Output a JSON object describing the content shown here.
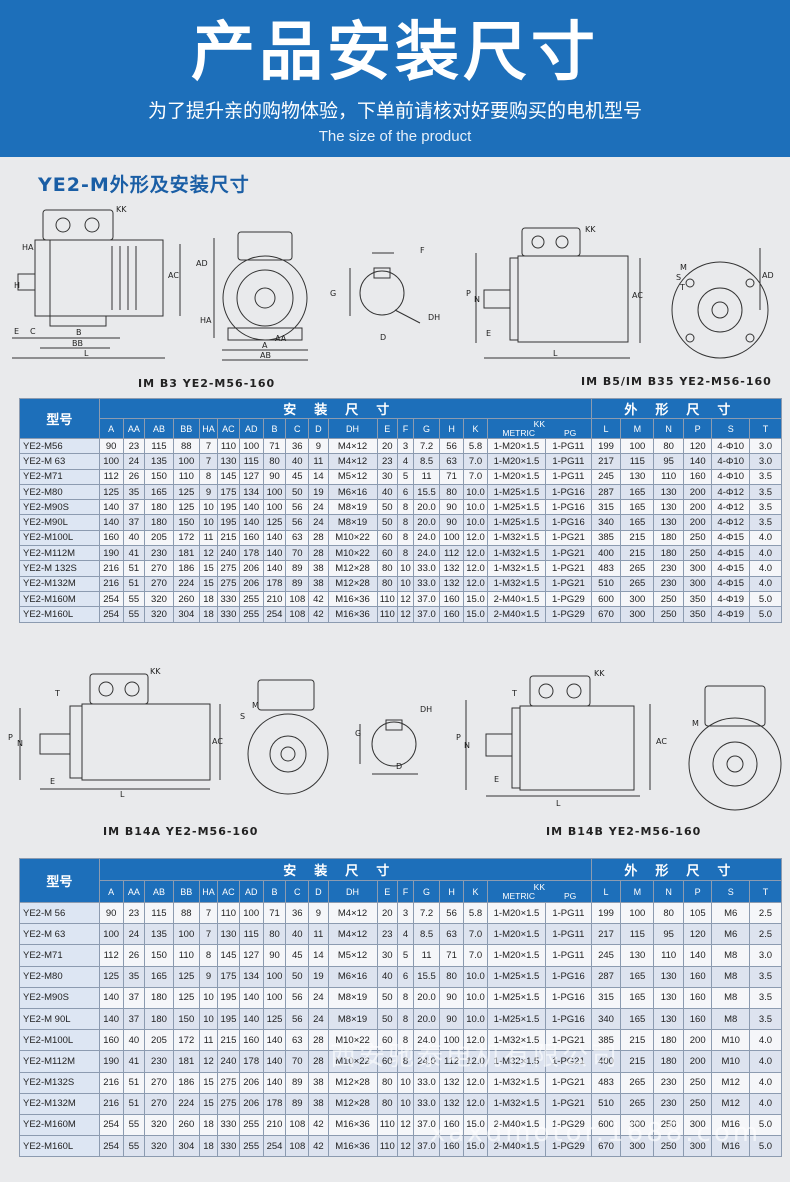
{
  "banner": {
    "title": "产品安装尺寸",
    "subtitle": "为了提升亲的购物体验，下单前请核对好要购买的电机型号",
    "english": "The size of the product"
  },
  "section_title": "YE2-M外形及安装尺寸",
  "captions": {
    "b3": "IM B3 YE2-M56-160",
    "b5": "IM B5/IM B35 YE2-M56-160",
    "b14a": "IM B14A  YE2-M56-160",
    "b14b": "IM B14B YE2-M56-160"
  },
  "drawing_labels": {
    "kk": "KK",
    "ad": "AD",
    "ac": "AC",
    "ha": "HA",
    "h": "H",
    "e": "E",
    "c": "C",
    "b": "B",
    "bb": "BB",
    "a": "A",
    "aa": "AA",
    "ab": "AB",
    "l": "L",
    "f": "F",
    "g": "G",
    "dh": "DH",
    "d": "D",
    "p": "P",
    "n": "N",
    "m": "M",
    "s": "S",
    "t": "T"
  },
  "table1": {
    "model_header": "型号",
    "install_header": "安装尺寸",
    "outline_header": "外形尺寸",
    "kk_header": "KK",
    "metric_header": "METRIC",
    "pg_header": "PG",
    "install_cols": [
      "A",
      "AA",
      "AB",
      "BB",
      "HA",
      "AC",
      "AD",
      "B",
      "C",
      "D",
      "DH",
      "E",
      "F",
      "G",
      "H",
      "K"
    ],
    "outline_cols": [
      "L",
      "M",
      "N",
      "P",
      "S",
      "T"
    ],
    "rows": [
      [
        "YE2-M56",
        "90",
        "23",
        "115",
        "88",
        "7",
        "110",
        "100",
        "71",
        "36",
        "9",
        "M4×12",
        "20",
        "3",
        "7.2",
        "56",
        "5.8",
        "1-M20×1.5",
        "1-PG11",
        "199",
        "100",
        "80",
        "120",
        "4-Φ10",
        "3.0"
      ],
      [
        "YE2-M 63",
        "100",
        "24",
        "135",
        "100",
        "7",
        "130",
        "115",
        "80",
        "40",
        "11",
        "M4×12",
        "23",
        "4",
        "8.5",
        "63",
        "7.0",
        "1-M20×1.5",
        "1-PG11",
        "217",
        "115",
        "95",
        "140",
        "4-Φ10",
        "3.0"
      ],
      [
        "YE2-M71",
        "112",
        "26",
        "150",
        "110",
        "8",
        "145",
        "127",
        "90",
        "45",
        "14",
        "M5×12",
        "30",
        "5",
        "11",
        "71",
        "7.0",
        "1-M20×1.5",
        "1-PG11",
        "245",
        "130",
        "110",
        "160",
        "4-Φ10",
        "3.5"
      ],
      [
        "YE2-M80",
        "125",
        "35",
        "165",
        "125",
        "9",
        "175",
        "134",
        "100",
        "50",
        "19",
        "M6×16",
        "40",
        "6",
        "15.5",
        "80",
        "10.0",
        "1-M25×1.5",
        "1-PG16",
        "287",
        "165",
        "130",
        "200",
        "4-Φ12",
        "3.5"
      ],
      [
        "YE2-M90S",
        "140",
        "37",
        "180",
        "125",
        "10",
        "195",
        "140",
        "100",
        "56",
        "24",
        "M8×19",
        "50",
        "8",
        "20.0",
        "90",
        "10.0",
        "1-M25×1.5",
        "1-PG16",
        "315",
        "165",
        "130",
        "200",
        "4-Φ12",
        "3.5"
      ],
      [
        "YE2-M90L",
        "140",
        "37",
        "180",
        "150",
        "10",
        "195",
        "140",
        "125",
        "56",
        "24",
        "M8×19",
        "50",
        "8",
        "20.0",
        "90",
        "10.0",
        "1-M25×1.5",
        "1-PG16",
        "340",
        "165",
        "130",
        "200",
        "4-Φ12",
        "3.5"
      ],
      [
        "YE2-M100L",
        "160",
        "40",
        "205",
        "172",
        "11",
        "215",
        "160",
        "140",
        "63",
        "28",
        "M10×22",
        "60",
        "8",
        "24.0",
        "100",
        "12.0",
        "1-M32×1.5",
        "1-PG21",
        "385",
        "215",
        "180",
        "250",
        "4-Φ15",
        "4.0"
      ],
      [
        "YE2-M112M",
        "190",
        "41",
        "230",
        "181",
        "12",
        "240",
        "178",
        "140",
        "70",
        "28",
        "M10×22",
        "60",
        "8",
        "24.0",
        "112",
        "12.0",
        "1-M32×1.5",
        "1-PG21",
        "400",
        "215",
        "180",
        "250",
        "4-Φ15",
        "4.0"
      ],
      [
        "YE2-M 132S",
        "216",
        "51",
        "270",
        "186",
        "15",
        "275",
        "206",
        "140",
        "89",
        "38",
        "M12×28",
        "80",
        "10",
        "33.0",
        "132",
        "12.0",
        "1-M32×1.5",
        "1-PG21",
        "483",
        "265",
        "230",
        "300",
        "4-Φ15",
        "4.0"
      ],
      [
        "YE2-M132M",
        "216",
        "51",
        "270",
        "224",
        "15",
        "275",
        "206",
        "178",
        "89",
        "38",
        "M12×28",
        "80",
        "10",
        "33.0",
        "132",
        "12.0",
        "1-M32×1.5",
        "1-PG21",
        "510",
        "265",
        "230",
        "300",
        "4-Φ15",
        "4.0"
      ],
      [
        "YE2-M160M",
        "254",
        "55",
        "320",
        "260",
        "18",
        "330",
        "255",
        "210",
        "108",
        "42",
        "M16×36",
        "110",
        "12",
        "37.0",
        "160",
        "15.0",
        "2-M40×1.5",
        "1-PG29",
        "600",
        "300",
        "250",
        "350",
        "4-Φ19",
        "5.0"
      ],
      [
        "YE2-M160L",
        "254",
        "55",
        "320",
        "304",
        "18",
        "330",
        "255",
        "254",
        "108",
        "42",
        "M16×36",
        "110",
        "12",
        "37.0",
        "160",
        "15.0",
        "2-M40×1.5",
        "1-PG29",
        "670",
        "300",
        "250",
        "350",
        "4-Φ19",
        "5.0"
      ]
    ]
  },
  "table2": {
    "model_header": "型号",
    "install_header": "安装尺寸",
    "outline_header": "外形尺寸",
    "kk_header": "KK",
    "metric_header": "METRIC",
    "pg_header": "PG",
    "install_cols": [
      "A",
      "AA",
      "AB",
      "BB",
      "HA",
      "AC",
      "AD",
      "B",
      "C",
      "D",
      "DH",
      "E",
      "F",
      "G",
      "H",
      "K"
    ],
    "outline_cols": [
      "L",
      "M",
      "N",
      "P",
      "S",
      "T"
    ],
    "rows": [
      [
        "YE2-M 56",
        "90",
        "23",
        "115",
        "88",
        "7",
        "110",
        "100",
        "71",
        "36",
        "9",
        "M4×12",
        "20",
        "3",
        "7.2",
        "56",
        "5.8",
        "1-M20×1.5",
        "1-PG11",
        "199",
        "100",
        "80",
        "105",
        "M6",
        "2.5"
      ],
      [
        "YE2-M 63",
        "100",
        "24",
        "135",
        "100",
        "7",
        "130",
        "115",
        "80",
        "40",
        "11",
        "M4×12",
        "23",
        "4",
        "8.5",
        "63",
        "7.0",
        "1-M20×1.5",
        "1-PG11",
        "217",
        "115",
        "95",
        "120",
        "M6",
        "2.5"
      ],
      [
        "YE2-M71",
        "112",
        "26",
        "150",
        "110",
        "8",
        "145",
        "127",
        "90",
        "45",
        "14",
        "M5×12",
        "30",
        "5",
        "11",
        "71",
        "7.0",
        "1-M20×1.5",
        "1-PG11",
        "245",
        "130",
        "110",
        "140",
        "M8",
        "3.0"
      ],
      [
        "YE2-M80",
        "125",
        "35",
        "165",
        "125",
        "9",
        "175",
        "134",
        "100",
        "50",
        "19",
        "M6×16",
        "40",
        "6",
        "15.5",
        "80",
        "10.0",
        "1-M25×1.5",
        "1-PG16",
        "287",
        "165",
        "130",
        "160",
        "M8",
        "3.5"
      ],
      [
        "YE2-M90S",
        "140",
        "37",
        "180",
        "125",
        "10",
        "195",
        "140",
        "100",
        "56",
        "24",
        "M8×19",
        "50",
        "8",
        "20.0",
        "90",
        "10.0",
        "1-M25×1.5",
        "1-PG16",
        "315",
        "165",
        "130",
        "160",
        "M8",
        "3.5"
      ],
      [
        "YE2-M 90L",
        "140",
        "37",
        "180",
        "150",
        "10",
        "195",
        "140",
        "125",
        "56",
        "24",
        "M8×19",
        "50",
        "8",
        "20.0",
        "90",
        "10.0",
        "1-M25×1.5",
        "1-PG16",
        "340",
        "165",
        "130",
        "160",
        "M8",
        "3.5"
      ],
      [
        "YE2-M100L",
        "160",
        "40",
        "205",
        "172",
        "11",
        "215",
        "160",
        "140",
        "63",
        "28",
        "M10×22",
        "60",
        "8",
        "24.0",
        "100",
        "12.0",
        "1-M32×1.5",
        "1-PG21",
        "385",
        "215",
        "180",
        "200",
        "M10",
        "4.0"
      ],
      [
        "YE2-M112M",
        "190",
        "41",
        "230",
        "181",
        "12",
        "240",
        "178",
        "140",
        "70",
        "28",
        "M10×22",
        "60",
        "8",
        "24.0",
        "112",
        "12.0",
        "1-M32×1.5",
        "1-PG21",
        "400",
        "215",
        "180",
        "200",
        "M10",
        "4.0"
      ],
      [
        "YE2-M132S",
        "216",
        "51",
        "270",
        "186",
        "15",
        "275",
        "206",
        "140",
        "89",
        "38",
        "M12×28",
        "80",
        "10",
        "33.0",
        "132",
        "12.0",
        "1-M32×1.5",
        "1-PG21",
        "483",
        "265",
        "230",
        "250",
        "M12",
        "4.0"
      ],
      [
        "YE2-M132M",
        "216",
        "51",
        "270",
        "224",
        "15",
        "275",
        "206",
        "178",
        "89",
        "38",
        "M12×28",
        "80",
        "10",
        "33.0",
        "132",
        "12.0",
        "1-M32×1.5",
        "1-PG21",
        "510",
        "265",
        "230",
        "250",
        "M12",
        "4.0"
      ],
      [
        "YE2-M160M",
        "254",
        "55",
        "320",
        "260",
        "18",
        "330",
        "255",
        "210",
        "108",
        "42",
        "M16×36",
        "110",
        "12",
        "37.0",
        "160",
        "15.0",
        "2-M40×1.5",
        "1-PG29",
        "600",
        "300",
        "250",
        "300",
        "M16",
        "5.0"
      ],
      [
        "YE2-M160L",
        "254",
        "55",
        "320",
        "304",
        "18",
        "330",
        "255",
        "254",
        "108",
        "42",
        "M16×36",
        "110",
        "12",
        "37.0",
        "160",
        "15.0",
        "2-M40×1.5",
        "1-PG29",
        "670",
        "300",
        "250",
        "300",
        "M16",
        "5.0"
      ]
    ]
  },
  "watermark": {
    "line1": "西安驰泰电机有限公司",
    "line2": "xaxdmotor.1688.com"
  }
}
